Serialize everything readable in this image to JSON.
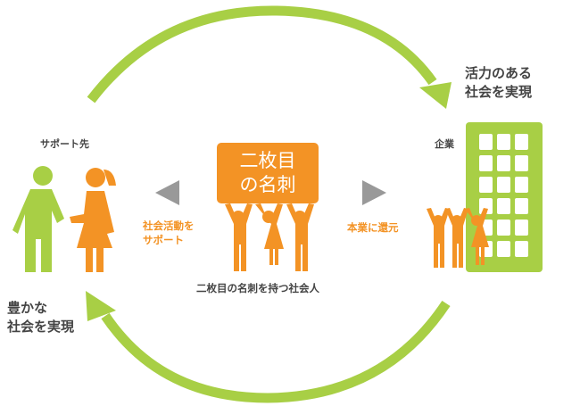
{
  "labels": {
    "vibrant_society": [
      "活力のある",
      "社会を実現"
    ],
    "rich_society": [
      "豊かな",
      "社会を実現"
    ],
    "support_target": "サポート先",
    "company": "企業",
    "business_card": [
      "二枚目",
      "の名刺"
    ],
    "support_activity": [
      "社会活動を",
      "サポート"
    ],
    "return_to_business": "本業に還元",
    "caption": "二枚目の名刺を持つ社会人"
  },
  "colors": {
    "green": "#a8cf45",
    "orange": "#f39325",
    "gray": "#999999",
    "text": "#444444"
  }
}
